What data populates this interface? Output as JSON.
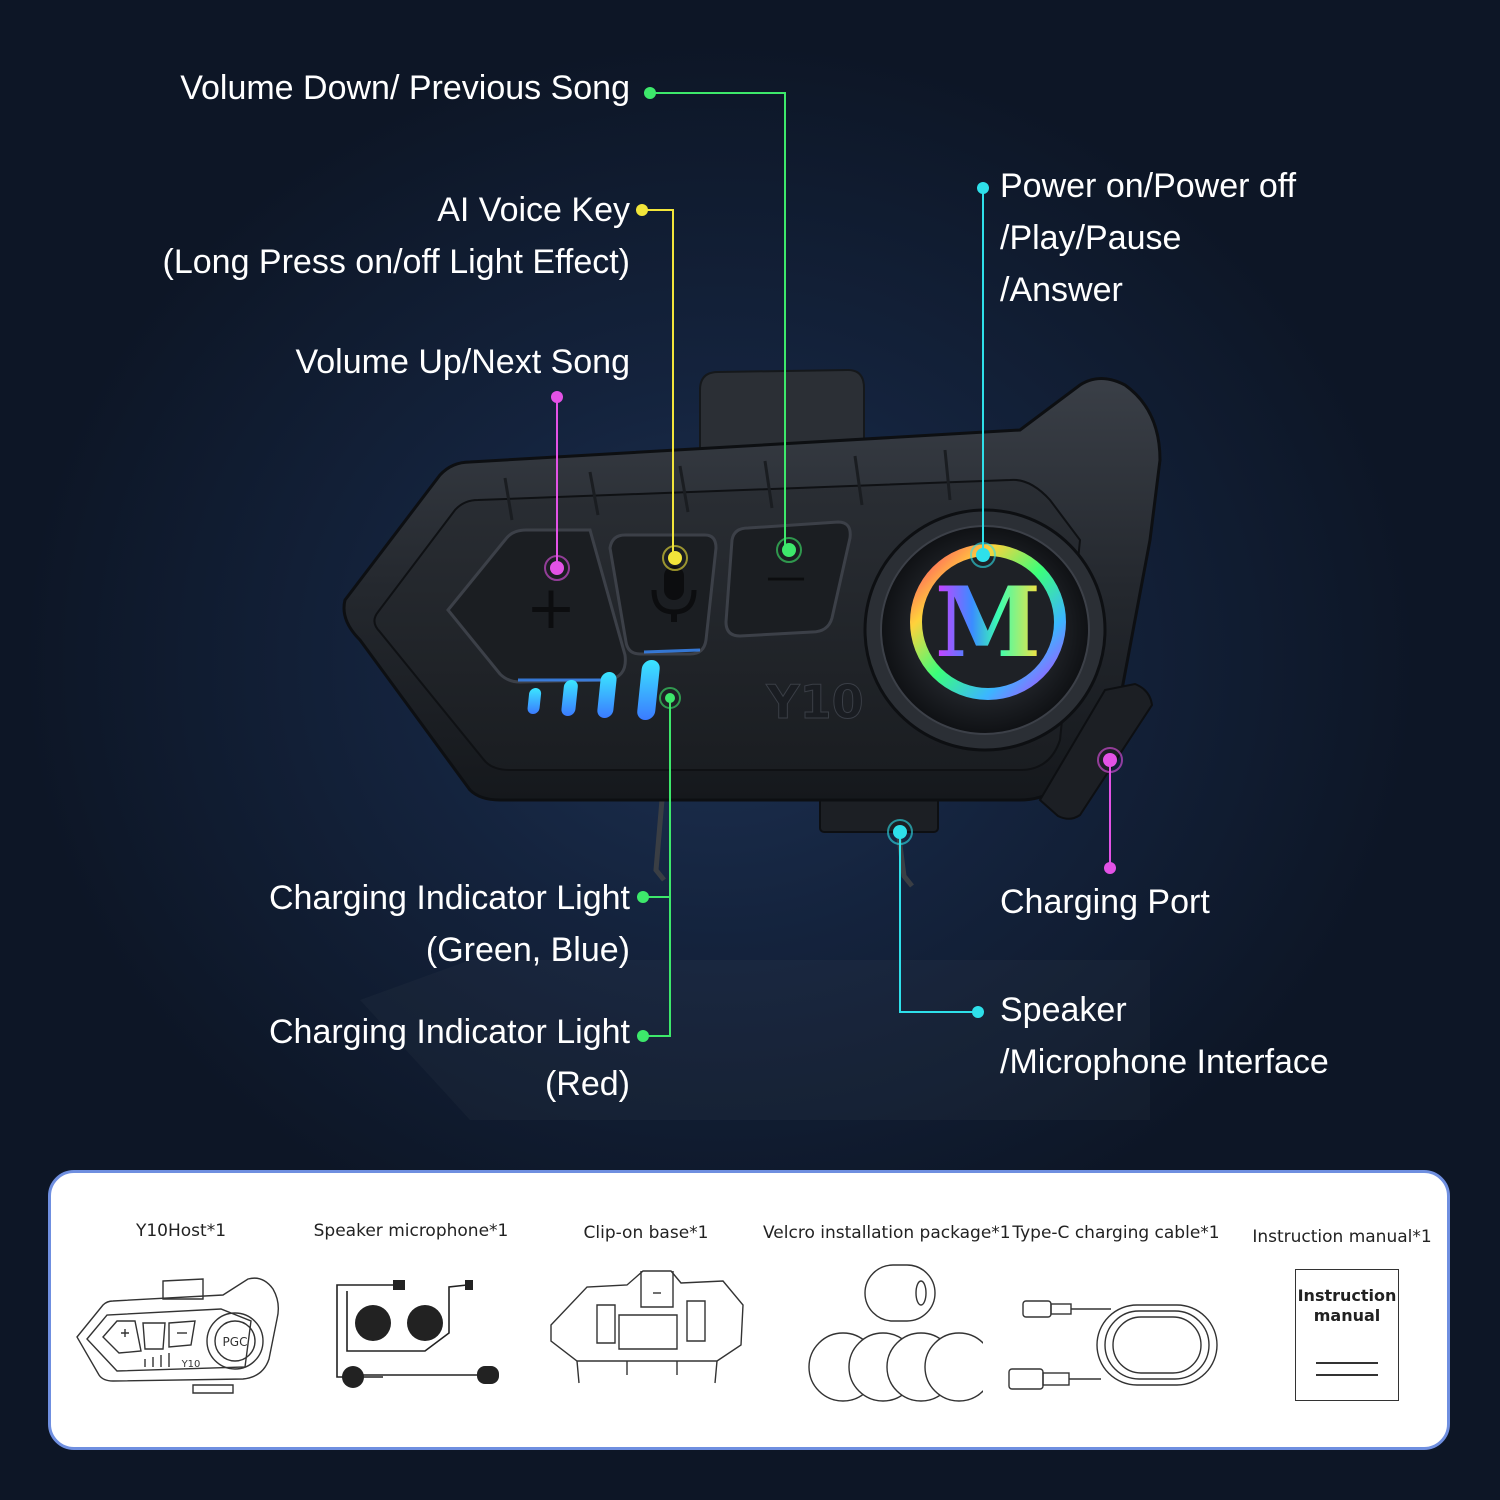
{
  "callouts": {
    "volume_down": {
      "lines": [
        "Volume Down/ Previous Song"
      ],
      "color": "#3de86b"
    },
    "ai_voice": {
      "lines": [
        "AI Voice Key",
        "(Long Press on/off Light Effect)"
      ],
      "color": "#f2e53a"
    },
    "volume_up": {
      "lines": [
        "Volume Up/Next Song"
      ],
      "color": "#e352e6"
    },
    "power": {
      "lines": [
        "Power on/Power off",
        "/Play/Pause",
        "/Answer"
      ],
      "color": "#2ee0ea"
    },
    "charging_green_blue": {
      "lines": [
        "Charging Indicator Light",
        "(Green, Blue)"
      ],
      "color": "#3de86b"
    },
    "charging_red": {
      "lines": [
        "Charging Indicator Light",
        "(Red)"
      ],
      "color": "#3de86b"
    },
    "charging_port": {
      "lines": [
        "Charging Port"
      ],
      "color": "#e352e6"
    },
    "speaker": {
      "lines": [
        "Speaker",
        "/Microphone Interface"
      ],
      "color": "#2ee0ea"
    }
  },
  "device": {
    "model_label": "Y10",
    "logo_letter": "M",
    "plus_symbol": "+",
    "minus_symbol": "—"
  },
  "package": {
    "items": [
      {
        "label": "Y10Host*1"
      },
      {
        "label": "Speaker microphone*1"
      },
      {
        "label": "Clip-on base*1"
      },
      {
        "label": "Velcro installation package*1"
      },
      {
        "label": "Type-C charging cable*1"
      },
      {
        "label": "Instruction manual*1"
      }
    ],
    "manual_title": "Instruction\nmanual",
    "mini_logo": "PGC",
    "mini_model": "Y10"
  }
}
